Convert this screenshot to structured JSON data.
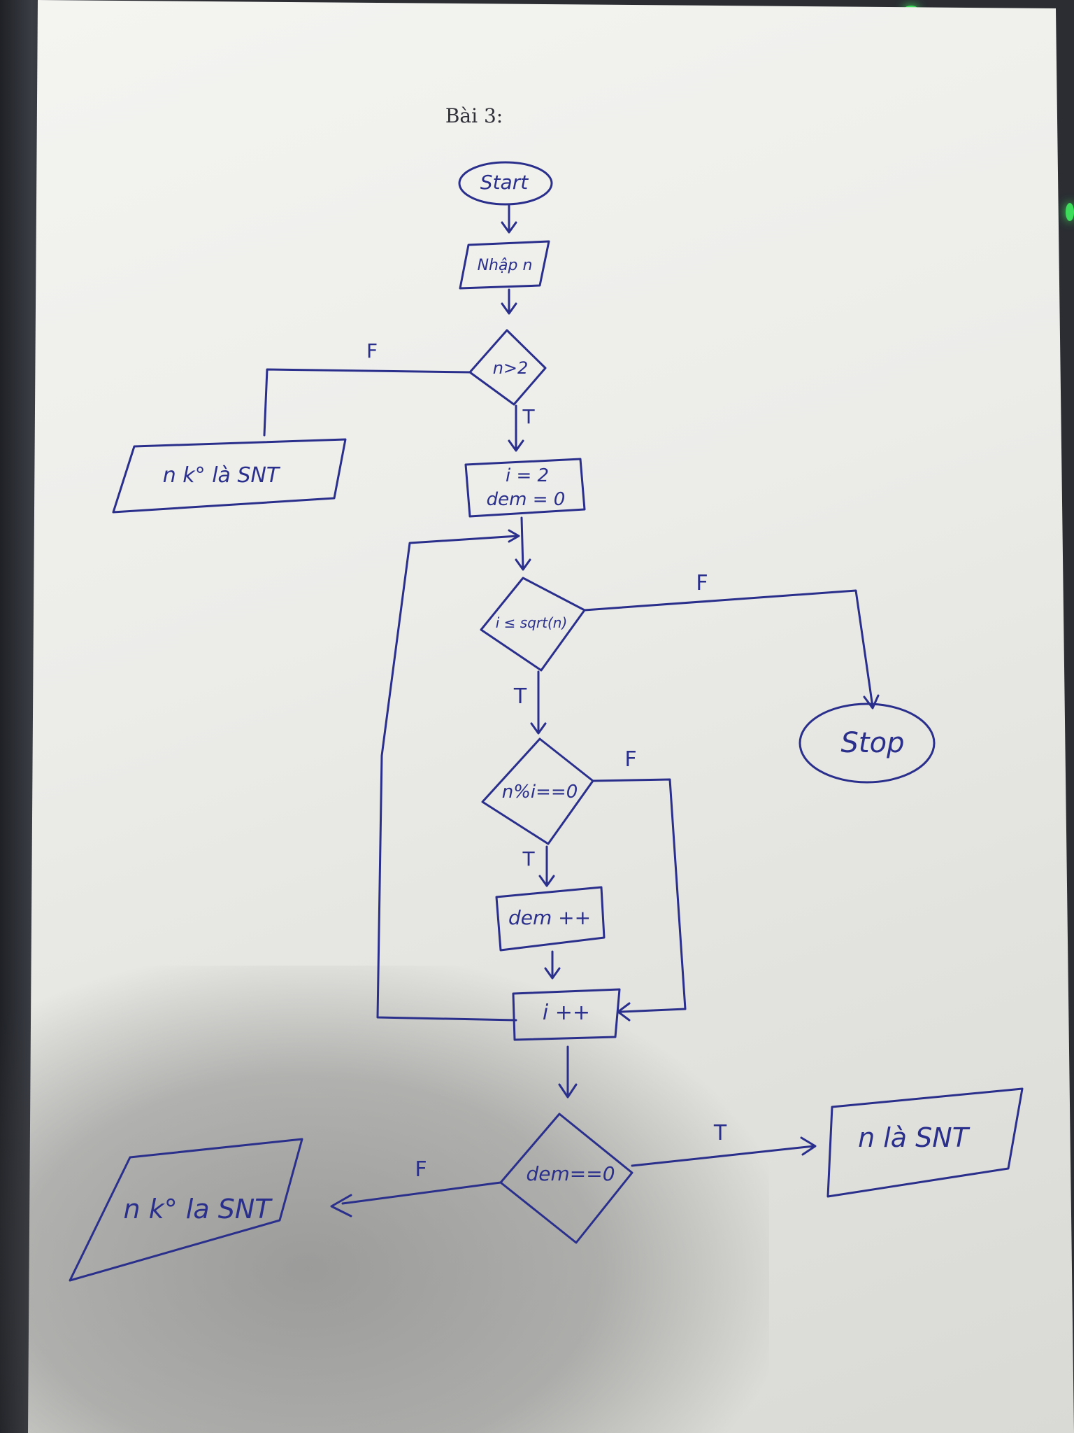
{
  "title": "Bài 3:",
  "nodes": {
    "start": "Start",
    "input_n": "Nhập n",
    "cond_n_gt_2": "n>2",
    "out_not_prime_1": "n k° là SNT",
    "init": [
      "i = 2",
      "dem = 0"
    ],
    "cond_loop": "i ≤ sqrt(n)",
    "stop": "Stop",
    "cond_divisible": "n%i==0",
    "inc_dem": "dem ++",
    "inc_i": "i ++",
    "cond_dem_zero": "dem==0",
    "out_prime": "n là SNT",
    "out_not_prime_2": "n k° la SNT"
  },
  "edge_labels": {
    "n_gt_2_false": "F",
    "n_gt_2_true": "T",
    "loop_false": "F",
    "loop_true": "T",
    "divisible_false": "F",
    "divisible_true": "T",
    "dem_zero_true": "T",
    "dem_zero_false": "F"
  },
  "colors": {
    "ink": "#2a2f8c",
    "paper": "#ecece9",
    "led": "#3ddc5a"
  }
}
